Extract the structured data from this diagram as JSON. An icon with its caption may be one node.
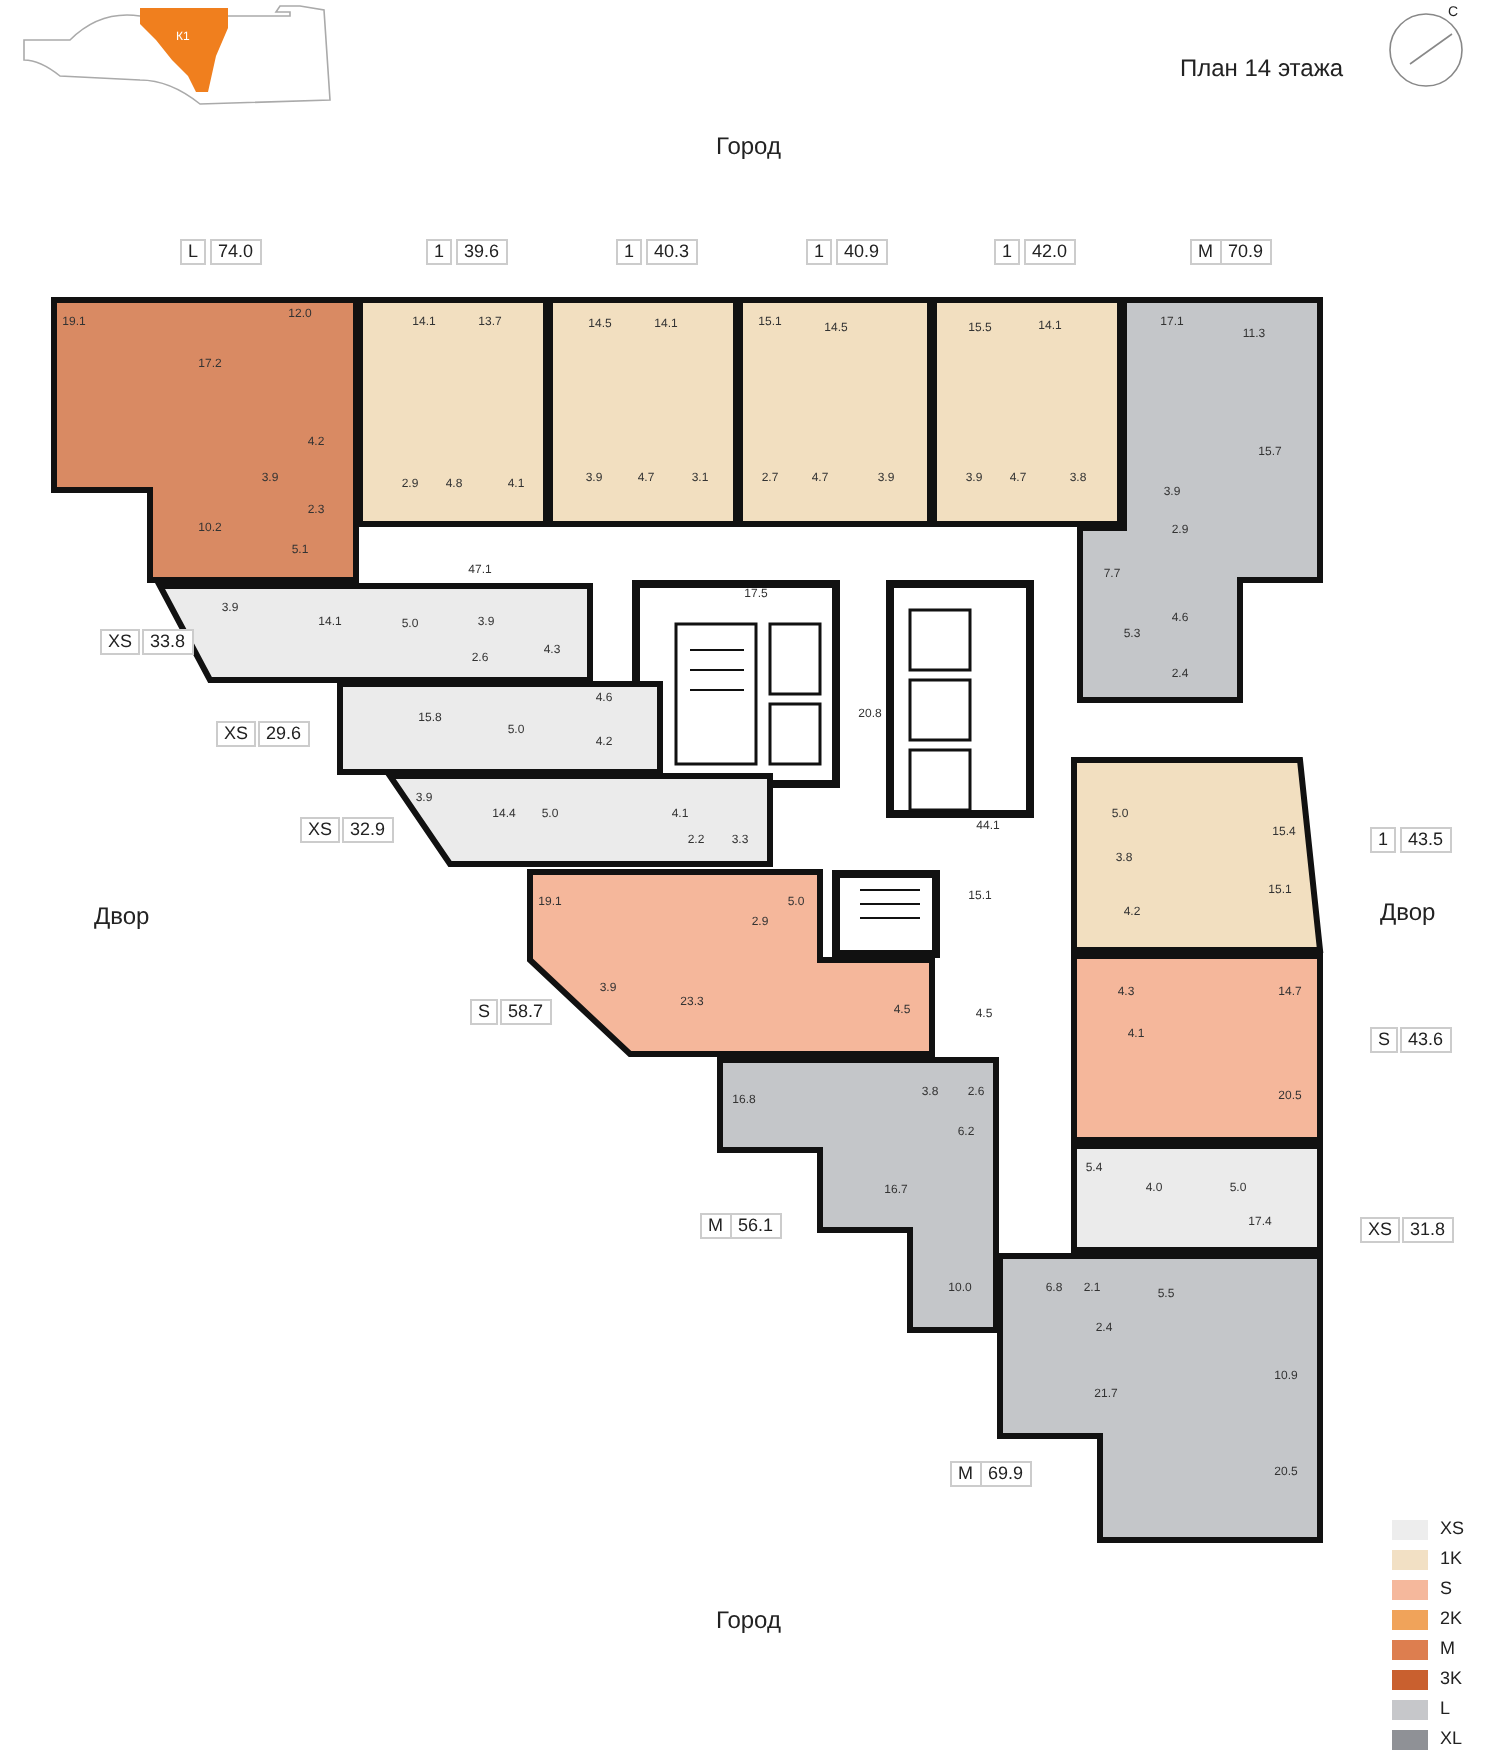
{
  "diagram": {
    "title": "План 14 этажа",
    "nodes": [
      {
        "text": [
          "К1"
        ]
      },
      {
        "text": [],
        "shape": "box",
        "beside": [
          "L",
          "74.0"
        ]
      },
      {
        "text": [
          "19.1"
        ],
        "in": 1
      },
      {
        "text": [
          "17.2"
        ],
        "in": 1
      },
      {
        "text": [
          "12.0"
        ],
        "in": 1
      },
      {
        "text": [
          "4.2"
        ],
        "in": 1
      },
      {
        "text": [
          "3.9"
        ],
        "in": 1
      },
      {
        "text": [
          "2.3"
        ],
        "in": 1
      },
      {
        "text": [
          "10.2"
        ],
        "in": 1
      },
      {
        "text": [
          "5.1"
        ],
        "in": 1
      },
      {
        "text": [],
        "shape": "box",
        "beside": [
          "1",
          "39.6"
        ]
      },
      {
        "text": [
          "14.1"
        ],
        "in": 10
      },
      {
        "text": [
          "13.7"
        ],
        "in": 10
      },
      {
        "text": [
          "2.9"
        ],
        "in": 10
      },
      {
        "text": [
          "4.8"
        ],
        "in": 10
      },
      {
        "text": [
          "4.1"
        ],
        "in": 10
      },
      {
        "text": [],
        "shape": "box",
        "beside": [
          "1",
          "40.3"
        ]
      },
      {
        "text": [
          "14.5"
        ],
        "in": 16
      },
      {
        "text": [
          "14.1"
        ],
        "in": 16
      },
      {
        "text": [
          "3.9"
        ],
        "in": 16
      },
      {
        "text": [
          "4.7"
        ],
        "in": 16
      },
      {
        "text": [
          "3.1"
        ],
        "in": 16
      },
      {
        "text": [],
        "shape": "box",
        "beside": [
          "1",
          "40.9"
        ]
      },
      {
        "text": [
          "15.1"
        ],
        "in": 22
      },
      {
        "text": [
          "14.5"
        ],
        "in": 22
      },
      {
        "text": [
          "2.7"
        ],
        "in": 22
      },
      {
        "text": [
          "4.7"
        ],
        "in": 22
      },
      {
        "text": [
          "3.9"
        ],
        "in": 22
      },
      {
        "text": [],
        "shape": "box",
        "beside": [
          "1",
          "42.0"
        ]
      },
      {
        "text": [
          "15.5"
        ],
        "in": 28
      },
      {
        "text": [
          "14.1"
        ],
        "in": 28
      },
      {
        "text": [
          "3.9"
        ],
        "in": 28
      },
      {
        "text": [
          "4.7"
        ],
        "in": 28
      },
      {
        "text": [
          "3.8"
        ],
        "in": 28
      },
      {
        "text": [],
        "shape": "box",
        "beside": [
          "M",
          "70.9"
        ]
      },
      {
        "text": [
          "17.1"
        ],
        "in": 34
      },
      {
        "text": [
          "11.3"
        ],
        "in": 34
      },
      {
        "text": [
          "15.7"
        ],
        "in": 34
      },
      {
        "text": [
          "3.9"
        ],
        "in": 34
      },
      {
        "text": [
          "2.9"
        ],
        "in": 34
      },
      {
        "text": [
          "7.7"
        ],
        "in": 34
      },
      {
        "text": [
          "4.6"
        ],
        "in": 34
      },
      {
        "text": [
          "5.3"
        ],
        "in": 34
      },
      {
        "text": [
          "2.4"
        ],
        "in": 34
      },
      {
        "text": [
          "47.1"
        ]
      },
      {
        "text": [],
        "shape": "box",
        "beside": [
          "XS",
          "33.8"
        ]
      },
      {
        "text": [
          "3.9"
        ],
        "in": 45
      },
      {
        "text": [
          "14.1"
        ],
        "in": 45
      },
      {
        "text": [
          "5.0"
        ],
        "in": 45
      },
      {
        "text": [
          "3.9"
        ],
        "in": 45
      },
      {
        "text": [
          "2.6"
        ],
        "in": 45
      },
      {
        "text": [
          "4.3"
        ],
        "in": 45
      },
      {
        "text": [
          "17.5"
        ]
      },
      {
        "text": [],
        "shape": "box",
        "beside": [
          "XS",
          "29.6"
        ]
      },
      {
        "text": [
          "15.8"
        ],
        "in": 53
      },
      {
        "text": [
          "5.0"
        ],
        "in": 53
      },
      {
        "text": [
          "4.6"
        ],
        "in": 53
      },
      {
        "text": [
          "4.2"
        ],
        "in": 53
      },
      {
        "text": [
          "20.8"
        ]
      },
      {
        "text": [],
        "shape": "box",
        "beside": [
          "XS",
          "32.9"
        ]
      },
      {
        "text": [
          "3.9"
        ],
        "in": 59
      },
      {
        "text": [
          "14.4"
        ],
        "in": 59
      },
      {
        "text": [
          "5.0"
        ],
        "in": 59
      },
      {
        "text": [
          "4.1"
        ],
        "in": 59
      },
      {
        "text": [
          "2.2"
        ],
        "in": 59
      },
      {
        "text": [
          "3.3"
        ],
        "in": 59
      },
      {
        "text": [
          "44.1"
        ]
      },
      {
        "text": [],
        "shape": "box",
        "beside": [
          "1",
          "43.5"
        ]
      },
      {
        "text": [
          "5.0"
        ],
        "in": 67
      },
      {
        "text": [
          "15.4"
        ],
        "in": 67
      },
      {
        "text": [
          "3.8"
        ],
        "in": 67
      },
      {
        "text": [
          "15.1"
        ],
        "in": 67
      },
      {
        "text": [
          "4.2"
        ],
        "in": 67
      },
      {
        "text": [],
        "shape": "box",
        "beside": [
          "S",
          "58.7"
        ]
      },
      {
        "text": [
          "19.1"
        ],
        "in": 73
      },
      {
        "text": [
          "5.0"
        ],
        "in": 73
      },
      {
        "text": [
          "2.9"
        ],
        "in": 73
      },
      {
        "text": [
          "3.9"
        ],
        "in": 73
      },
      {
        "text": [
          "23.3"
        ],
        "in": 73
      },
      {
        "text": [
          "4.5"
        ],
        "in": 73
      },
      {
        "text": [
          "15.1"
        ]
      },
      {
        "text": [
          "4.5"
        ]
      },
      {
        "text": [],
        "shape": "box",
        "beside": [
          "S",
          "43.6"
        ]
      },
      {
        "text": [
          "4.3"
        ],
        "in": 82
      },
      {
        "text": [
          "14.7"
        ],
        "in": 82
      },
      {
        "text": [
          "4.1"
        ],
        "in": 82
      },
      {
        "text": [
          "20.5"
        ],
        "in": 82
      },
      {
        "text": [],
        "shape": "box",
        "beside": [
          "M",
          "56.1"
        ]
      },
      {
        "text": [
          "16.8"
        ],
        "in": 87
      },
      {
        "text": [
          "3.8"
        ],
        "in": 87
      },
      {
        "text": [
          "2.6"
        ],
        "in": 87
      },
      {
        "text": [
          "6.2"
        ],
        "in": 87
      },
      {
        "text": [
          "16.7"
        ],
        "in": 87
      },
      {
        "text": [
          "10.0"
        ],
        "in": 87
      },
      {
        "text": [],
        "shape": "box",
        "beside": [
          "XS",
          "31.8"
        ]
      },
      {
        "text": [
          "5.4"
        ],
        "in": 94
      },
      {
        "text": [
          "4.0"
        ],
        "in": 94
      },
      {
        "text": [
          "5.0"
        ],
        "in": 94
      },
      {
        "text": [
          "17.4"
        ],
        "in": 94
      },
      {
        "text": [],
        "shape": "box",
        "beside": [
          "M",
          "69.9"
        ]
      },
      {
        "text": [
          "6.8"
        ],
        "in": 99
      },
      {
        "text": [
          "2.1"
        ],
        "in": 99
      },
      {
        "text": [
          "5.5"
        ],
        "in": 99
      },
      {
        "text": [
          "2.4"
        ],
        "in": 99
      },
      {
        "text": [
          "21.7"
        ],
        "in": 99
      },
      {
        "text": [
          "10.9"
        ],
        "in": 99
      },
      {
        "text": [
          "20.5"
        ],
        "in": 99
      }
    ],
    "labels": [
      "С",
      "Город",
      "Двор",
      "Двор",
      "Город"
    ],
    "legend": [
      {
        "text": "XS",
        "color": "#ededed"
      },
      {
        "text": "1K",
        "color": "#f2e0c4"
      },
      {
        "text": "S",
        "color": "#f5b89c"
      },
      {
        "text": "2K",
        "color": "#f0a35a"
      },
      {
        "text": "M",
        "color": "#dd7e4f"
      },
      {
        "text": "3K",
        "color": "#c9602f"
      },
      {
        "text": "L",
        "color": "#c6c7ca"
      },
      {
        "text": "XL",
        "color": "#8f9196"
      }
    ]
  }
}
